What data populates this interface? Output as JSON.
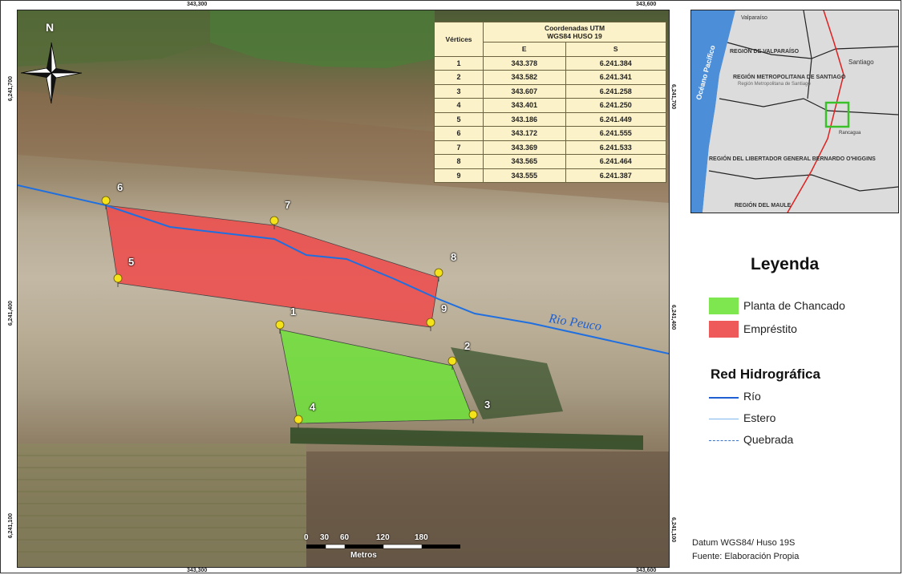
{
  "map": {
    "coord_labels": {
      "top_left": "343,300",
      "top_right": "343,600",
      "bottom_left": "343,300",
      "bottom_right": "343,600",
      "left_top": "6,241,700",
      "left_mid": "6,241,400",
      "left_bottom": "6,241,100",
      "right_top": "6,241,700",
      "right_mid": "6,241,400",
      "right_bottom": "6,241,100"
    },
    "north_label": "N",
    "river_label": "Rio Peuco",
    "scale": {
      "ticks": [
        "0",
        "30",
        "60",
        "120",
        "180"
      ],
      "unit": "Metros"
    },
    "vertex_labels": [
      "1",
      "2",
      "3",
      "4",
      "5",
      "6",
      "7",
      "8",
      "9"
    ]
  },
  "table": {
    "header_left": "Vértices",
    "header_group_line1": "Coordenadas UTM",
    "header_group_line2": "WGS84 HUSO 19",
    "col_e": "E",
    "col_s": "S",
    "rows": [
      {
        "v": "1",
        "e": "343.378",
        "s": "6.241.384"
      },
      {
        "v": "2",
        "e": "343.582",
        "s": "6.241.341"
      },
      {
        "v": "3",
        "e": "343.607",
        "s": "6.241.258"
      },
      {
        "v": "4",
        "e": "343.401",
        "s": "6.241.250"
      },
      {
        "v": "5",
        "e": "343.186",
        "s": "6.241.449"
      },
      {
        "v": "6",
        "e": "343.172",
        "s": "6.241.555"
      },
      {
        "v": "7",
        "e": "343.369",
        "s": "6.241.533"
      },
      {
        "v": "8",
        "e": "343.565",
        "s": "6.241.464"
      },
      {
        "v": "9",
        "e": "343.555",
        "s": "6.241.387"
      }
    ]
  },
  "inset": {
    "ocean": "Océano Pacífico",
    "valparaiso_town": "Valparaíso",
    "region_valparaiso": "REGIÓN DE VALPARAÍSO",
    "santiago": "Santiago",
    "region_metropolitana": "REGIÓN METROPOLITANA DE SANTIAGO",
    "region_metropolitana_sub": "Región Metropolitana de Santiago",
    "rancagua": "Rancagua",
    "region_ohiggins": "REGIÓN DEL LIBERTADOR GENERAL BERNARDO O'HIGGINS",
    "region_maule": "REGIÓN DEL MAULE"
  },
  "legend": {
    "title": "Leyenda",
    "items": [
      {
        "label": "Planta de Chancado",
        "color": "#7ee64f"
      },
      {
        "label": "Empréstito",
        "color": "#ee5a5a"
      }
    ],
    "hydro_title": "Red Hidrográfica",
    "hydro_items": [
      {
        "label": "Río",
        "color": "#1f5fd1"
      },
      {
        "label": "Estero",
        "color": "#7fb6ee"
      },
      {
        "label": "Quebrada",
        "color": "#3a74c9"
      }
    ]
  },
  "footer": {
    "datum": "Datum WGS84/ Huso 19S",
    "source": "Fuente: Elaboración Propia"
  },
  "colors": {
    "emprestito": "#ee4a4a",
    "planta": "#6fe23a",
    "river": "#1f6fe0",
    "table_bg": "#fbf2c9"
  }
}
